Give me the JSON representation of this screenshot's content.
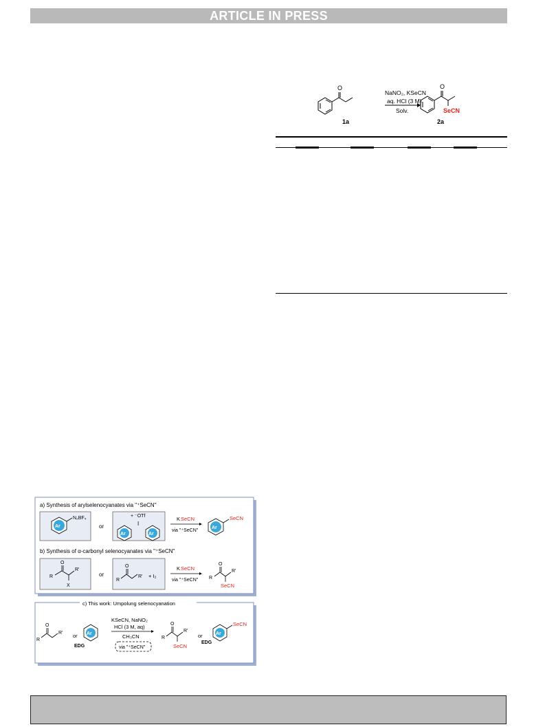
{
  "header": {
    "banner_text": "ARTICLE IN PRESS"
  },
  "reaction_scheme": {
    "reagents_top": "NaNO₂, KSeCN",
    "reagents_mid": "aq. HCl (3 M)",
    "reagents_bottom": "Solv.",
    "reactant_label": "1a",
    "product_label": "2a",
    "product_group": "SeCN",
    "reactant_atom": "O",
    "product_atom": "O"
  },
  "figure": {
    "panel_a": {
      "title": "a) Synthesis of arylselenocyanates via  \"⁺SeCN\"",
      "ar": "Ar",
      "diazonium": "N₂BF₄",
      "or": "or",
      "plus_otf": "+ ⁻OTf",
      "iodine": "I",
      "reagent_prefix": "K",
      "reagent_red": "SeCN",
      "via": "via \"⁺SeCN\"",
      "product_group": "SeCN"
    },
    "panel_b": {
      "title": "b) Synthesis of α-carbonyl selenocyanates via  \"⁺SeCN\"",
      "r": "R",
      "rprime": "R'",
      "x": "X",
      "o": "O",
      "or": "or",
      "plus_i2": "+  I₂",
      "reagent_prefix": "K",
      "reagent_red": "SeCN",
      "via": "via \"⁺SeCN\"",
      "product_group": "SeCN"
    },
    "panel_c": {
      "title": "c) This work: Umpolung selenocyanation",
      "r": "R",
      "rprime": "R'",
      "o": "O",
      "or": "or",
      "edg": "EDG",
      "ar": "Ar",
      "cond1": "KSeCN, NaNO₂",
      "cond2": "HCl (3 M, aq)",
      "cond3": "CH₃CN",
      "via": "via \"⁺SeCN\"",
      "product_group": "SeCN"
    }
  },
  "colors": {
    "red": "#e8241f",
    "panel_bg": "#e8ecf5",
    "panel_border": "#8090b8",
    "ring": "#3aa9d9"
  }
}
